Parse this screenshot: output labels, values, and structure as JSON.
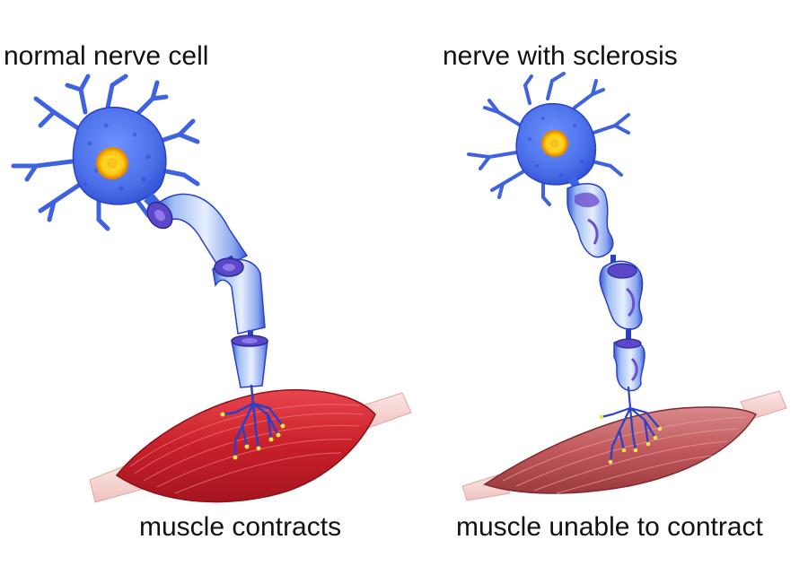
{
  "panels": [
    {
      "title": "normal nerve cell",
      "caption": "muscle contracts",
      "state": "healthy myelin",
      "muscle_color": "#c8202a"
    },
    {
      "title": "nerve with sclerosis",
      "caption": "muscle unable to contract",
      "state": "damaged myelin",
      "muscle_color": "#b2454a"
    }
  ],
  "colors": {
    "neuron_body": "#4a6ee8",
    "neuron_dark": "#2a40c8",
    "nucleus": "#ffd21a",
    "nucleus_ring": "#e58a00",
    "myelin": "#a9c8f2",
    "muscle_healthy": "#c8202a",
    "muscle_weak": "#b2454a",
    "tendon": "#f6d3d0",
    "nerve_ending_tip": "#e8e84a"
  },
  "icons": [
    "neuron-icon",
    "myelin-sheath-icon",
    "muscle-icon",
    "nerve-ending-icon"
  ]
}
